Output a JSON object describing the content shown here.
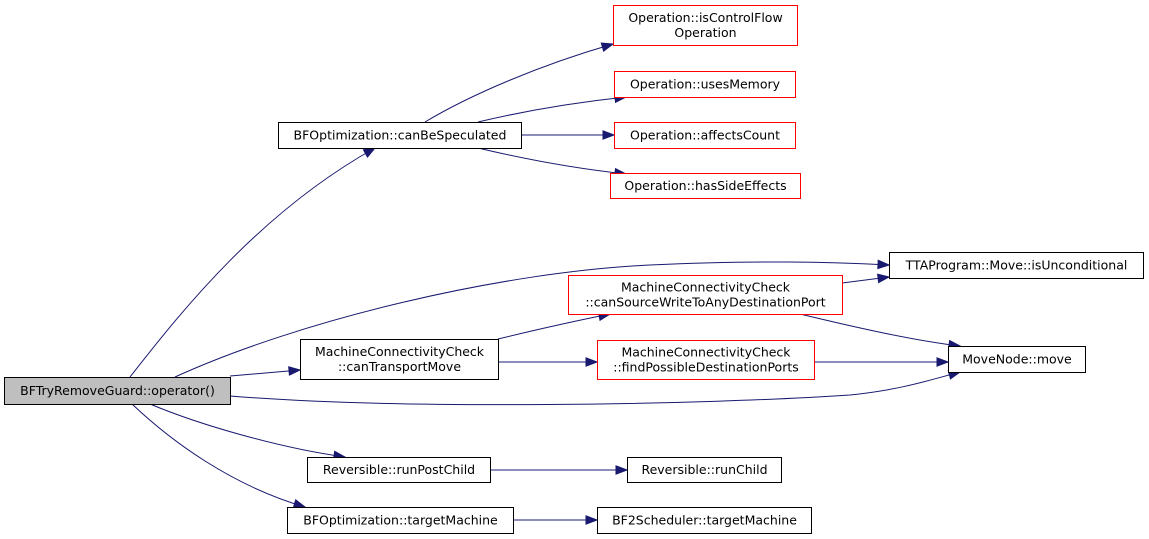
{
  "colors": {
    "root_fill": "#bfbfbf",
    "root_stroke": "#000000",
    "normal_stroke": "#000000",
    "truncated_stroke": "#ff0000",
    "edge": "#191970",
    "background": "#ffffff"
  },
  "nodes": [
    {
      "id": "n_root",
      "lines": [
        "BFTryRemoveGuard::operator()"
      ],
      "style": "root"
    },
    {
      "id": "n_canbespec",
      "lines": [
        "BFOptimization::canBeSpeculated"
      ],
      "style": "normal"
    },
    {
      "id": "n_iscontrolflow",
      "lines": [
        "Operation::isControlFlow",
        "Operation"
      ],
      "style": "truncated"
    },
    {
      "id": "n_usesmemory",
      "lines": [
        "Operation::usesMemory"
      ],
      "style": "truncated"
    },
    {
      "id": "n_affectscount",
      "lines": [
        "Operation::affectsCount"
      ],
      "style": "truncated"
    },
    {
      "id": "n_hassideeffects",
      "lines": [
        "Operation::hasSideEffects"
      ],
      "style": "truncated"
    },
    {
      "id": "n_isuncond",
      "lines": [
        "TTAProgram::Move::isUnconditional"
      ],
      "style": "normal"
    },
    {
      "id": "n_cansourcewrite",
      "lines": [
        "MachineConnectivityCheck",
        "::canSourceWriteToAnyDestinationPort"
      ],
      "style": "truncated"
    },
    {
      "id": "n_cantransport",
      "lines": [
        "MachineConnectivityCheck",
        "::canTransportMove"
      ],
      "style": "normal"
    },
    {
      "id": "n_findpossible",
      "lines": [
        "MachineConnectivityCheck",
        "::findPossibleDestinationPorts"
      ],
      "style": "truncated"
    },
    {
      "id": "n_movenode",
      "lines": [
        "MoveNode::move"
      ],
      "style": "normal"
    },
    {
      "id": "n_runpostchild",
      "lines": [
        "Reversible::runPostChild"
      ],
      "style": "normal"
    },
    {
      "id": "n_runchild",
      "lines": [
        "Reversible::runChild"
      ],
      "style": "normal"
    },
    {
      "id": "n_bftargetmachine",
      "lines": [
        "BFOptimization::targetMachine"
      ],
      "style": "normal"
    },
    {
      "id": "n_bf2targetmachine",
      "lines": [
        "BF2Scheduler::targetMachine"
      ],
      "style": "normal"
    }
  ],
  "edges": [
    {
      "from": "n_root",
      "to": "n_canbespec"
    },
    {
      "from": "n_canbespec",
      "to": "n_iscontrolflow"
    },
    {
      "from": "n_canbespec",
      "to": "n_usesmemory"
    },
    {
      "from": "n_canbespec",
      "to": "n_affectscount"
    },
    {
      "from": "n_canbespec",
      "to": "n_hassideeffects"
    },
    {
      "from": "n_root",
      "to": "n_isuncond"
    },
    {
      "from": "n_root",
      "to": "n_cantransport"
    },
    {
      "from": "n_cantransport",
      "to": "n_cansourcewrite"
    },
    {
      "from": "n_cantransport",
      "to": "n_findpossible"
    },
    {
      "from": "n_cansourcewrite",
      "to": "n_isuncond"
    },
    {
      "from": "n_cansourcewrite",
      "to": "n_movenode"
    },
    {
      "from": "n_findpossible",
      "to": "n_movenode"
    },
    {
      "from": "n_root",
      "to": "n_movenode"
    },
    {
      "from": "n_root",
      "to": "n_runpostchild"
    },
    {
      "from": "n_runpostchild",
      "to": "n_runchild"
    },
    {
      "from": "n_root",
      "to": "n_bftargetmachine"
    },
    {
      "from": "n_bftargetmachine",
      "to": "n_bf2targetmachine"
    }
  ]
}
